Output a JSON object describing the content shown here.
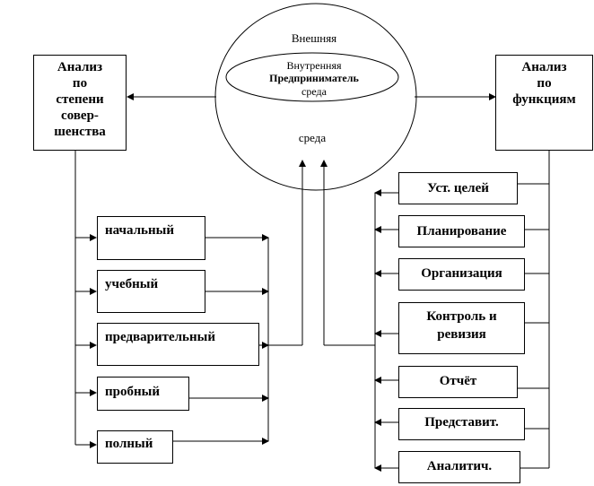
{
  "center": {
    "outer_top": "Внешняя",
    "outer_bottom": "среда",
    "inner_top": "Внутренняя",
    "inner_middle": "Предприниматель",
    "inner_bottom": "среда"
  },
  "left_box": {
    "lines": [
      "Анализ",
      "по",
      "степени",
      "совер-",
      "шенства"
    ]
  },
  "right_box": {
    "lines": [
      "Анализ",
      "по",
      "функциям"
    ]
  },
  "left_items": [
    "начальный",
    "учебный",
    "предварительный",
    "пробный",
    "полный"
  ],
  "right_items": [
    "Уст. целей",
    "Планирование",
    "Организация",
    "Контроль и",
    "ревизия",
    "Отчёт",
    "Представит.",
    "Аналитич."
  ]
}
